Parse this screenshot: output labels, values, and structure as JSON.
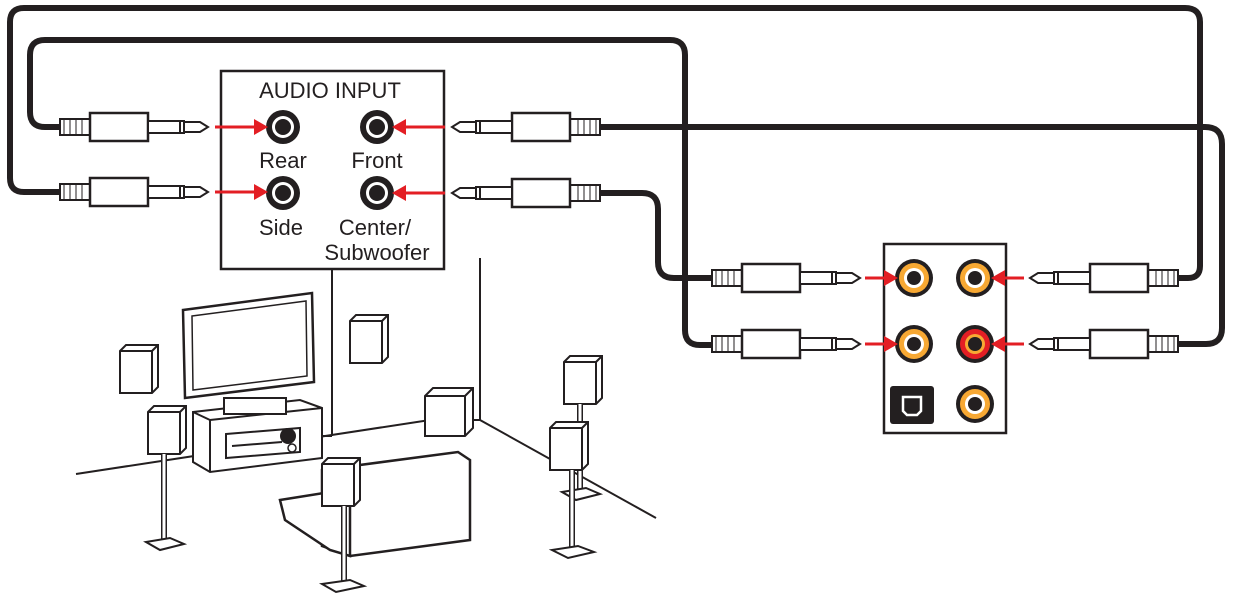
{
  "audio_input": {
    "title": "AUDIO INPUT",
    "jacks": [
      {
        "label": "Rear"
      },
      {
        "label": "Front"
      },
      {
        "label": "Side"
      },
      {
        "label": "Center/",
        "label2": "Subwoofer"
      }
    ]
  },
  "colors": {
    "line": "#231f20",
    "arrow": "#e31e24",
    "jack_orange": "#f7a833",
    "jack_red": "#e31e24"
  },
  "icons": [
    "audio-plug-icon",
    "audio-jack-icon",
    "optical-spdif-icon",
    "speaker-icon",
    "tv-icon",
    "av-receiver-icon",
    "sofa-icon"
  ]
}
